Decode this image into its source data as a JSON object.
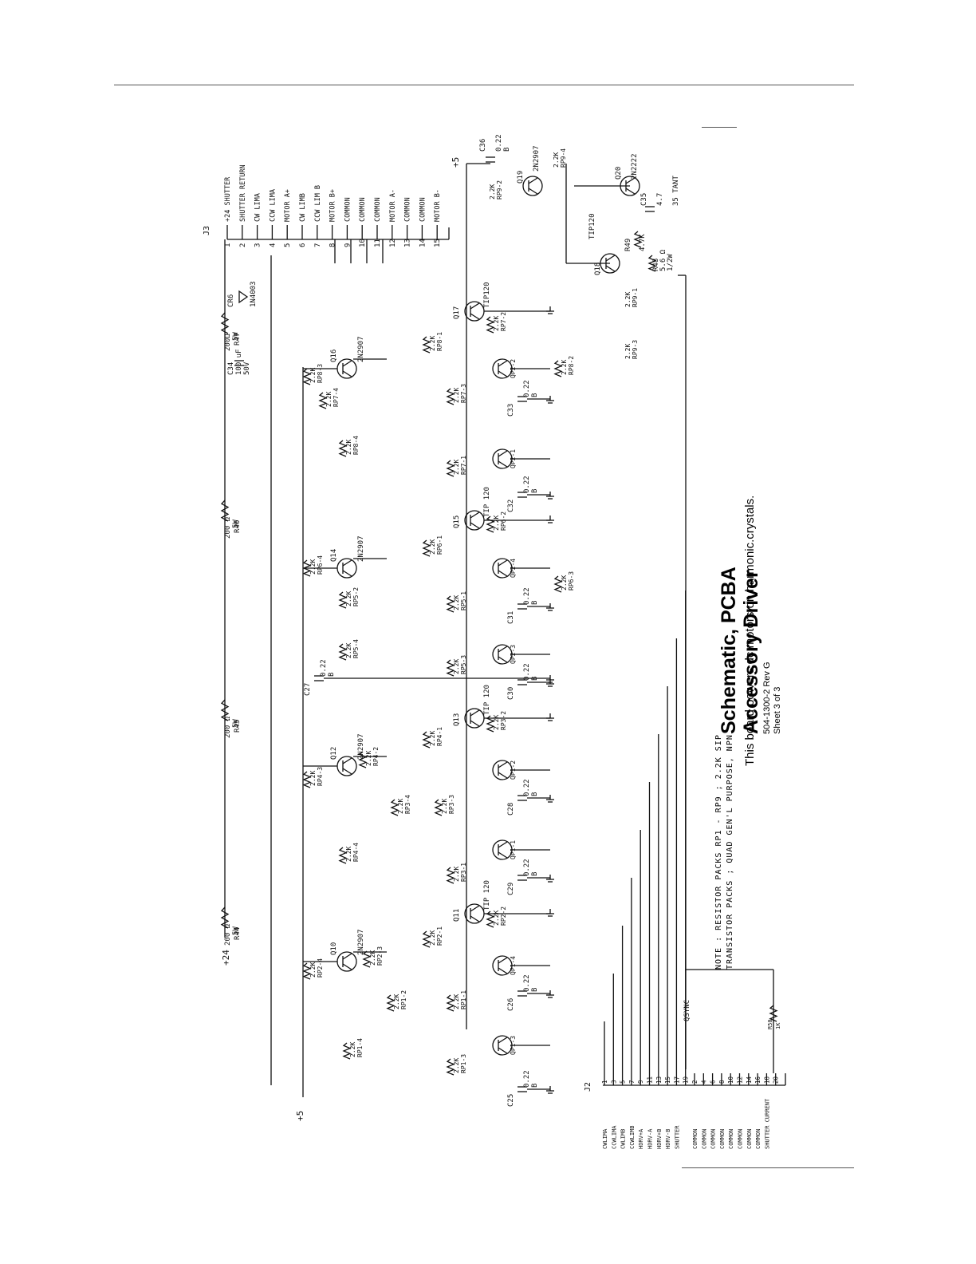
{
  "title": {
    "line1": "Schematic, PCBA",
    "line2": "Accessory Driver",
    "doc_number": "504-1300-2  Rev G",
    "sheet": "Sheet 3 of 3"
  },
  "caption": "This board powers dc motors on harmonic.crystals.",
  "note": {
    "line1": "NOTE :  RESISTOR PACKS  RP1 - RP9 ;  2.2K  SIP",
    "line2": "TRANSISTOR PACKS ;  QUAD GEN'L PURPOSE, NPN"
  },
  "j3": {
    "label": "J3",
    "pins": [
      {
        "num": "1",
        "name": "+24 SHUTTER"
      },
      {
        "num": "2",
        "name": "SHUTTER RETURN"
      },
      {
        "num": "3",
        "name": "CW LIMA"
      },
      {
        "num": "4",
        "name": "CCW LIMA"
      },
      {
        "num": "5",
        "name": "MOTOR A+"
      },
      {
        "num": "6",
        "name": "CW LIMB"
      },
      {
        "num": "7",
        "name": "CCW LIM B"
      },
      {
        "num": "8",
        "name": "MOTOR B+"
      },
      {
        "num": "9",
        "name": "COMMON"
      },
      {
        "num": "10",
        "name": "COMMON"
      },
      {
        "num": "11",
        "name": "COMMON"
      },
      {
        "num": "12",
        "name": "MOTOR A-"
      },
      {
        "num": "13",
        "name": "COMMON"
      },
      {
        "num": "14",
        "name": "COMMON"
      },
      {
        "num": "15",
        "name": "MOTOR B-"
      }
    ]
  },
  "j2": {
    "label": "J2",
    "pins": [
      {
        "num": "1",
        "name": "CWLIMA"
      },
      {
        "num": "3",
        "name": "CCWLIMA"
      },
      {
        "num": "5",
        "name": "CWLIMB"
      },
      {
        "num": "7",
        "name": "CCWLIMB"
      },
      {
        "num": "9",
        "name": "HDRV+A"
      },
      {
        "num": "11",
        "name": "HDRV-A"
      },
      {
        "num": "13",
        "name": "HDRV+B"
      },
      {
        "num": "15",
        "name": "HDRV-B"
      },
      {
        "num": "17",
        "name": "SHUTTER"
      },
      {
        "num": "19",
        "name": ""
      },
      {
        "num": "2",
        "name": "COMMON"
      },
      {
        "num": "4",
        "name": "COMMON"
      },
      {
        "num": "6",
        "name": "COMMON"
      },
      {
        "num": "8",
        "name": "COMMON"
      },
      {
        "num": "10",
        "name": "COMMON"
      },
      {
        "num": "12",
        "name": "COMMON"
      },
      {
        "num": "14",
        "name": "COMMON"
      },
      {
        "num": "16",
        "name": "COMMON"
      },
      {
        "num": "18",
        "name": "SHUTTER CURRENT"
      },
      {
        "num": "20",
        "name": ""
      }
    ]
  },
  "rails": {
    "plus24": "+24",
    "plus5_left": "+5",
    "plus5_right": "+5",
    "qsync": "QSYNC"
  },
  "power_resistors": [
    {
      "ref": "R44",
      "value": "200 Ω",
      "rating": "5W"
    },
    {
      "ref": "R45",
      "value": "200 Ω",
      "rating": "5W"
    },
    {
      "ref": "R46",
      "value": "200 Ω",
      "rating": "5W"
    },
    {
      "ref": "R47",
      "value": "200Ω",
      "rating": "5W"
    }
  ],
  "cr6": {
    "ref": "CR6",
    "part": "1N4003"
  },
  "c34": {
    "ref": "C34",
    "value": "100 uF",
    "rating": "50V"
  },
  "pnp": [
    {
      "ref": "Q10",
      "part": "2N2907"
    },
    {
      "ref": "Q12",
      "part": "2N2907"
    },
    {
      "ref": "Q14",
      "part": "2N2907"
    },
    {
      "ref": "Q16",
      "part": "2N2907"
    }
  ],
  "tip": [
    {
      "ref": "Q11",
      "part": "TIP 120"
    },
    {
      "ref": "Q13",
      "part": "TIP 120"
    },
    {
      "ref": "Q15",
      "part": "TIP 120"
    },
    {
      "ref": "Q17",
      "part": "TIP120"
    }
  ],
  "caps": [
    {
      "ref": "C25",
      "value": "0.22",
      "type": "B"
    },
    {
      "ref": "C26",
      "value": "0.22",
      "type": "B"
    },
    {
      "ref": "C29",
      "value": "0.22",
      "type": "B"
    },
    {
      "ref": "C28",
      "value": "0.22",
      "type": "B"
    },
    {
      "ref": "C30",
      "value": "0.22",
      "type": "B"
    },
    {
      "ref": "C27",
      "value": "0.22",
      "type": "B"
    },
    {
      "ref": "C31",
      "value": "0.22",
      "type": "B"
    },
    {
      "ref": "C32",
      "value": "0.22",
      "type": "B"
    },
    {
      "ref": "C33",
      "value": "0.22",
      "type": "B"
    }
  ],
  "rp_labels": [
    "RP1-4",
    "RP1-3",
    "RP2-4",
    "RP2-3",
    "RP1-2",
    "RP1-1",
    "RP2-1",
    "RP2-2",
    "RP4-4",
    "RP3-1",
    "RP3-3",
    "RP3-4",
    "RP4-3",
    "RP4-2",
    "RP4-1",
    "RP3-2",
    "RP5-4",
    "RP5-3",
    "RP5-2",
    "RP5-1",
    "RP6-4",
    "RP6-1",
    "RP6-2",
    "RP6-3",
    "RP8-4",
    "RP7-1",
    "RP7-3",
    "RP7-4",
    "RP8-3",
    "RP8-1",
    "RP7-2",
    "RP8-2"
  ],
  "qp": [
    "QP1-3",
    "QP1-4",
    "QP1-1",
    "QP1-2",
    "QP2-3",
    "QP2-4",
    "QP2-1",
    "QP2-2"
  ],
  "right_section": {
    "q18": {
      "ref": "Q18",
      "part": "TIP120"
    },
    "q19": {
      "ref": "Q19",
      "part": "2N2907"
    },
    "q20": {
      "ref": "Q20",
      "part": "2N2222"
    },
    "c36": {
      "ref": "C36",
      "value": "0.22",
      "type": "B"
    },
    "c35": {
      "ref": "C35",
      "value": "4.7",
      "note": "35 TANT"
    },
    "r48": {
      "ref": "R48",
      "value": "5.6 Ω",
      "rating": "1/2W"
    },
    "r49": {
      "ref": "R49",
      "value": "4.7K"
    },
    "r50": {
      "ref": "R50",
      "value": "1K"
    },
    "rp_labels": [
      "RP9-1",
      "RP9-2",
      "RP9-3",
      "RP9-4"
    ]
  }
}
